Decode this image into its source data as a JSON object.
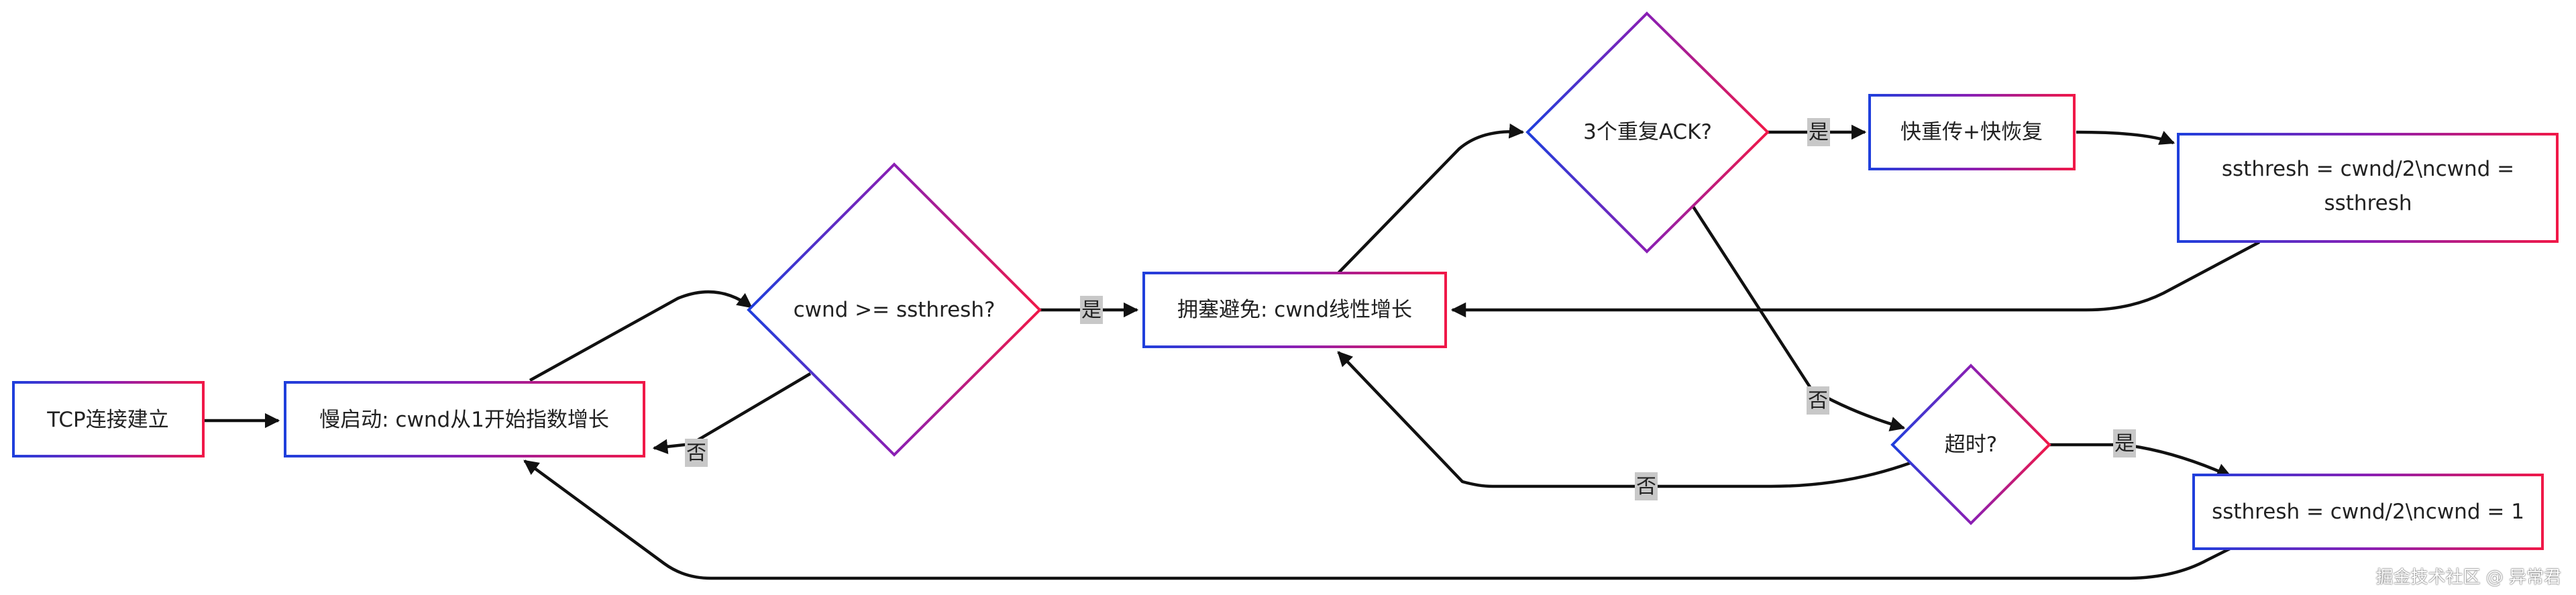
{
  "nodes": {
    "tcp": "TCP连接建立",
    "slow_start": "慢启动: cwnd从1开始指数增长",
    "cmp": "cwnd >= ssthresh?",
    "avoid": "拥塞避免: cwnd线性增长",
    "dup_ack": "3个重复ACK?",
    "fast": "快重传+快恢复",
    "ss_half_a": "ssthresh = cwnd/2\\ncwnd =",
    "ss_half_b": "ssthresh",
    "timeout": "超时?",
    "ss_one": "ssthresh = cwnd/2\\ncwnd = 1"
  },
  "edge_labels": {
    "cmp_yes": "是",
    "cmp_no": "否",
    "dup_yes": "是",
    "dup_no": "否",
    "timeout_yes": "是",
    "timeout_no": "否"
  },
  "watermark": "掘金技术社区 @ 异常君",
  "colors": {
    "border_start": "#1f3fdc",
    "border_mid": "#8a1fb4",
    "border_end": "#f01848",
    "edge": "#111111",
    "label_bg": "#c8c8c8"
  }
}
